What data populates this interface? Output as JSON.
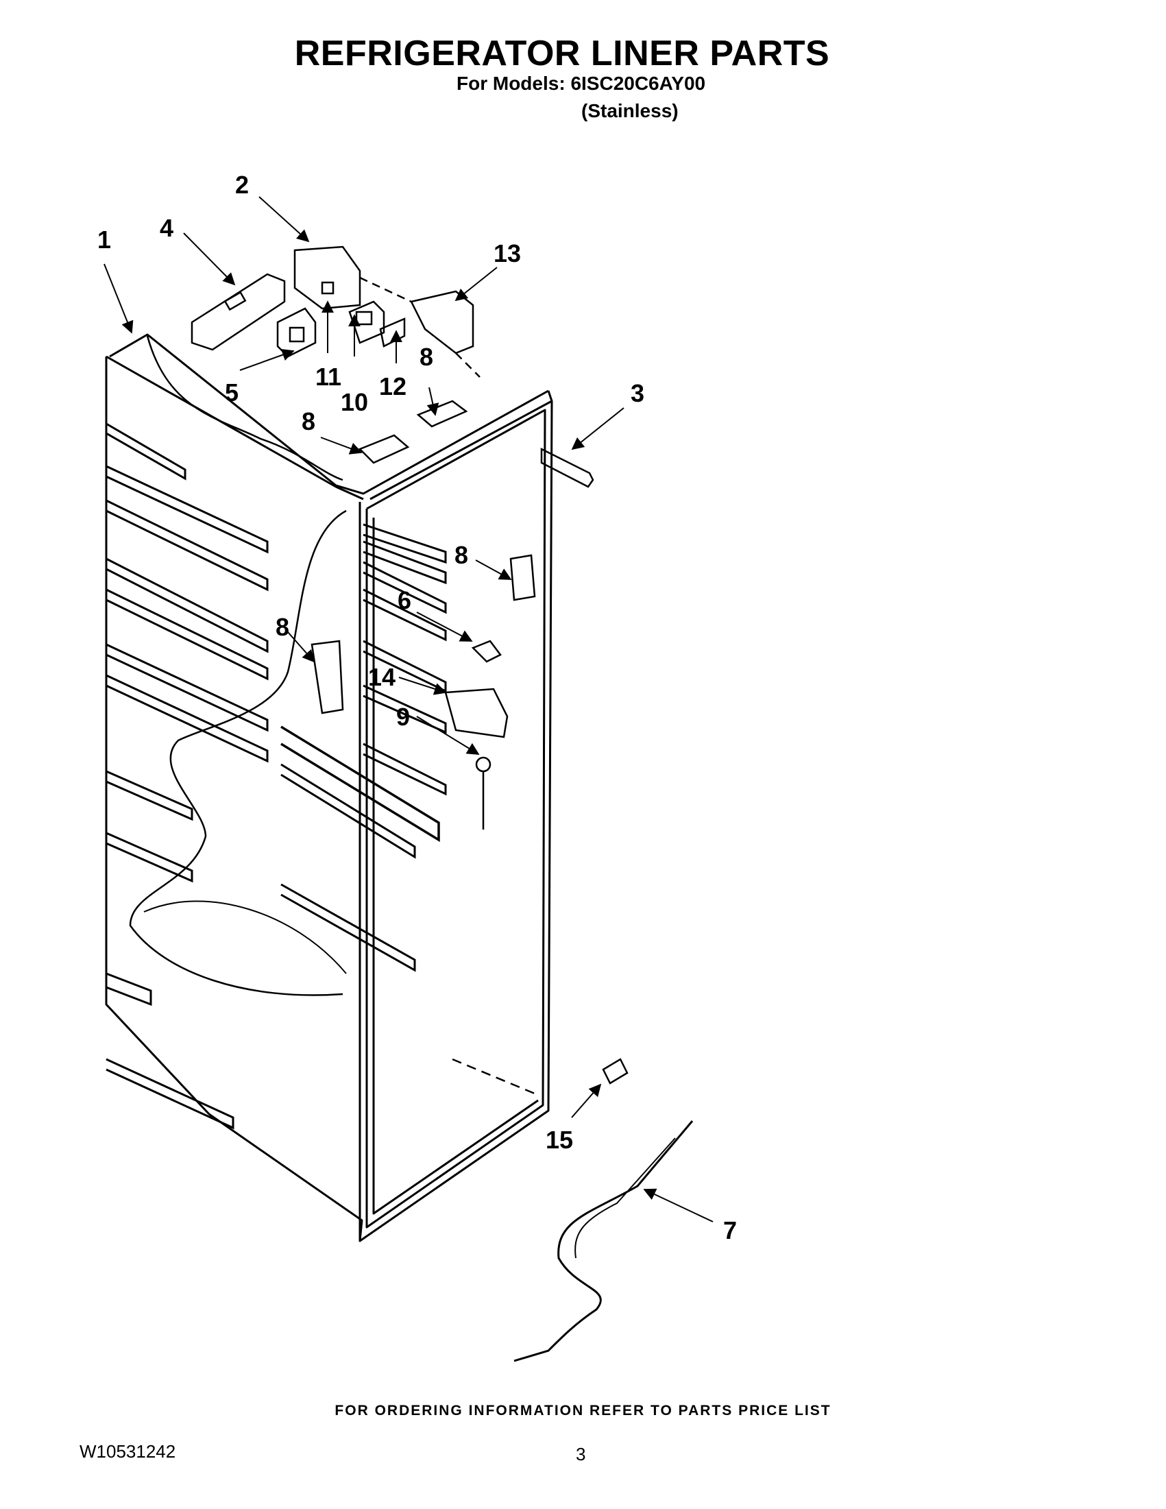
{
  "header": {
    "title": "REFRIGERATOR LINER PARTS",
    "models_line": "For Models: 6ISC20C6AY00",
    "variant": "(Stainless)"
  },
  "diagram": {
    "callouts": [
      "1",
      "2",
      "3",
      "4",
      "5",
      "6",
      "7",
      "8",
      "8",
      "8",
      "8",
      "9",
      "10",
      "11",
      "12",
      "13",
      "14",
      "15"
    ]
  },
  "footer": {
    "note": "FOR ORDERING INFORMATION REFER TO PARTS PRICE LIST",
    "doc_number": "W10531242",
    "page_number": "3"
  }
}
